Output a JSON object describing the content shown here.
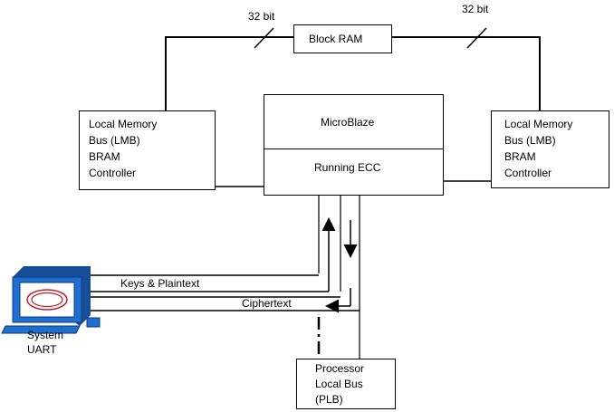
{
  "diagram": {
    "block_ram": {
      "label": "Block RAM"
    },
    "bus_width_left": "32 bit",
    "bus_width_right": "32 bit",
    "lmb_left": {
      "lines": [
        "Local  Memory",
        "Bus (LMB)",
        "BRAM",
        "Controller"
      ]
    },
    "lmb_right": {
      "lines": [
        "Local  Memory",
        "Bus (LMB)",
        "BRAM",
        "Controller"
      ]
    },
    "microblaze": {
      "title": "MicroBlaze",
      "subtitle": "Running ECC"
    },
    "keys_plaintext": "Keys & Plaintext",
    "ciphertext": "Ciphertext",
    "system_uart": {
      "line1": "System",
      "line2": "UART"
    },
    "plb": {
      "lines": [
        "Processor",
        "Local Bus",
        "(PLB)"
      ]
    }
  },
  "colors": {
    "line": "#000000",
    "computer_blue": "#1f6fd1",
    "screen_ring": "#c0202a"
  },
  "icons": {
    "computer": "computer-icon"
  }
}
